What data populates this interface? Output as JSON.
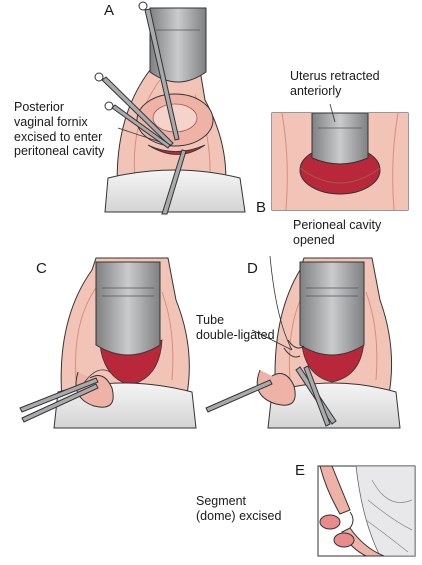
{
  "panels": {
    "a": {
      "letter": "A",
      "caption": "Posterior\nvaginal fornix\nexcised to enter\nperitoneal cavity"
    },
    "b": {
      "letter": "B",
      "caption_top": "Uterus retracted\nanteriorly",
      "caption_bottom": "Perioneal cavity\nopened"
    },
    "c": {
      "letter": "C"
    },
    "d": {
      "letter": "D",
      "caption": "Tube\ndouble-ligated"
    },
    "e": {
      "letter": "E",
      "caption": "Segment\n(dome) excised"
    }
  },
  "colors": {
    "tissue": "#f2c4b8",
    "tissue_dark": "#d98c7e",
    "cavity": "#b8283a",
    "retractor": "#9a9c9e",
    "retractor_light": "#c9cbcd",
    "speculum": "#ececec",
    "outline": "#333333"
  }
}
